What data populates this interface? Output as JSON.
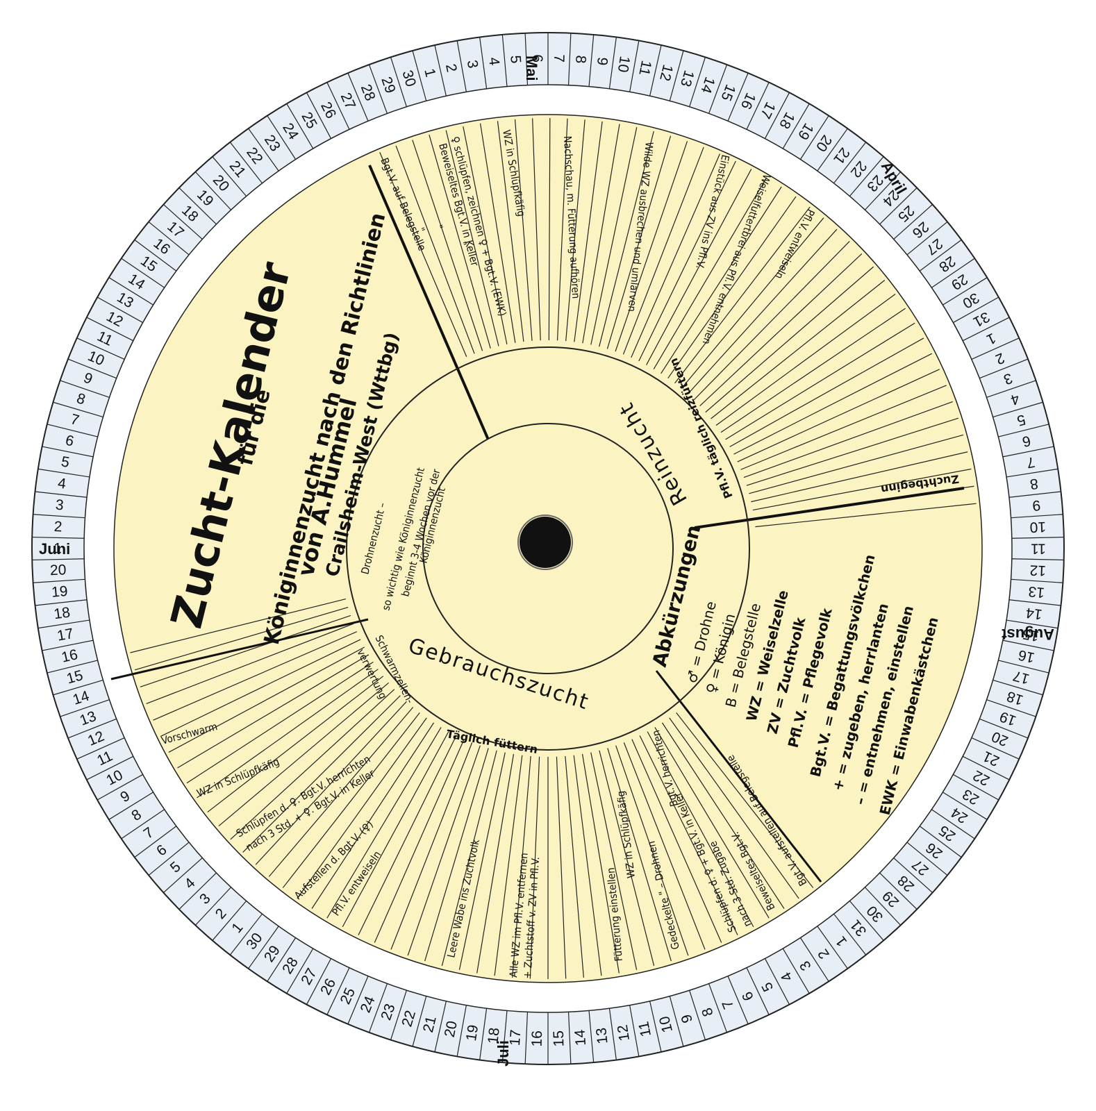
{
  "calendar": {
    "title": "Zucht-Kalender",
    "subtitle_lines": [
      "für die",
      "Königinnenzucht nach den Richtlinien",
      "von A.Hummel",
      "Crailsheim-West (Wttbg)"
    ],
    "months": {
      "mai": "Mai",
      "juni": "Juni",
      "juli": "Juli",
      "august": "August",
      "april": "April"
    },
    "sections": {
      "reinzucht": "Reinzucht",
      "gebrauchszucht": "Gebrauchszucht",
      "drohnenzucht": [
        "Drohnenzucht –",
        "so wichtig wie Königinnenzucht",
        "beginnt 3-4 Wochen vor der",
        "Königinnenzucht"
      ],
      "abkuerzungen": "Abkürzungen",
      "schwarmzellen": [
        "Schwarmzellen-",
        "verwertung"
      ],
      "taeglich_fuettern": "Täglich füttern",
      "reizfuettern": "Pfl.V. täglich reizfüttern"
    },
    "zuchtbeginn": "Zuchtbeginn",
    "reinzucht_steps": [
      "Bgt.V. auf Belegstelle",
      "\"",
      "\"",
      "\"",
      "♀ schlüpfen, zeichnen ♀ + Bgt.V. (EWK)",
      "Beweiseltes Bgt.V. in Keller",
      "WZ in Schlüpfkäfig",
      "Nachschau, m. Fütterung aufhören",
      "Wilde WZ ausbrechen und umlarven",
      "Einstück aus ZV ins Pfl.V.",
      "Weiselfuttertbrei aus Pfl.V. entnehmen",
      "Pfl.V. entweiseln"
    ],
    "gebrauchszucht_steps": [
      "Vorschwarm",
      "WZ in Schlüpfkäfig",
      "Schlüpfen d. ♀. Bgt.V. herrichten",
      "nach 3 Std. + ♀. Bgt.V. in Keller",
      "Aufstellen d. Bgt.V. (♀)",
      "Pfl.V. entweiseln",
      "Leere Wabe ins Zuchtvolk",
      "Alle WZ im Pfl.V. entfernen",
      "+ Zuchtstoff v. ZV in Pfl.V.",
      "Fütterung einstellen",
      "WZ in Schlüpfkäfig",
      "Gedeckelte \" – Drohnen",
      "Bgt.V. herrichten",
      "Schlüpfen d. ♀ + Bgt.V. in Keller",
      "nach 3 Std. Zugabe",
      "Beweiseltes Bgt.V.",
      "Bgt.V. aufstellen auf Belegstelle"
    ],
    "abbreviations": [
      "♂ = Drohne",
      "♀ = Königin",
      "B = Belegstelle",
      "WZ = Weiselzelle",
      "ZV = Zuchtvolk",
      "Pfl.V. = Pflegevolk",
      "Bgt.V. = Begattungsvölkchen",
      "+ = zugeben, herrlanten",
      "– = entnehmen, einstellen",
      "EWK = Einwabenkästchen"
    ],
    "colors": {
      "outer_ring": "#e7eef6",
      "disc": "#fbf3c1",
      "ink": "#111111"
    }
  }
}
